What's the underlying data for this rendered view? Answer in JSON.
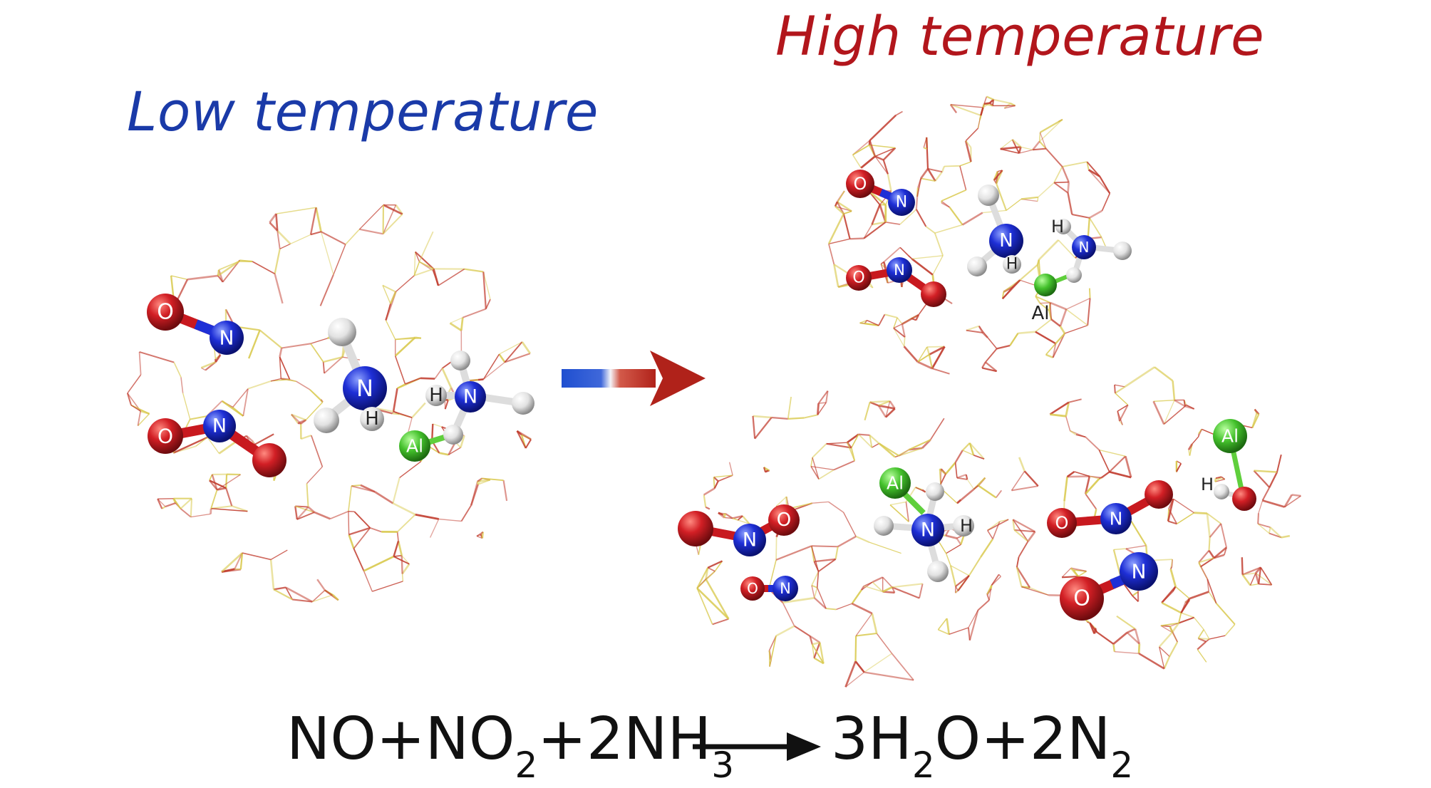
{
  "titles": {
    "low": "Low temperature",
    "high": "High temperature"
  },
  "colors": {
    "low_title": "#1a3aa8",
    "high_title": "#b2161c",
    "oxygen": "#c8191f",
    "nitrogen": "#1727c9",
    "hydrogen": "#e8e8e8",
    "aluminum": "#3fbf2a",
    "framework_red": "#c0392b",
    "framework_yellow": "#d8c84a"
  },
  "atom_labels": {
    "oxygen": "O",
    "nitrogen": "N",
    "hydrogen": "H",
    "aluminum": "Al"
  },
  "equation": {
    "reactants": {
      "a": "NO+NO",
      "a_sub": "2",
      "b": "+2NH",
      "b_sub": "3"
    },
    "products": {
      "a": "3H",
      "a_sub": "2",
      "b": "O+2N",
      "b_sub": "2"
    }
  }
}
